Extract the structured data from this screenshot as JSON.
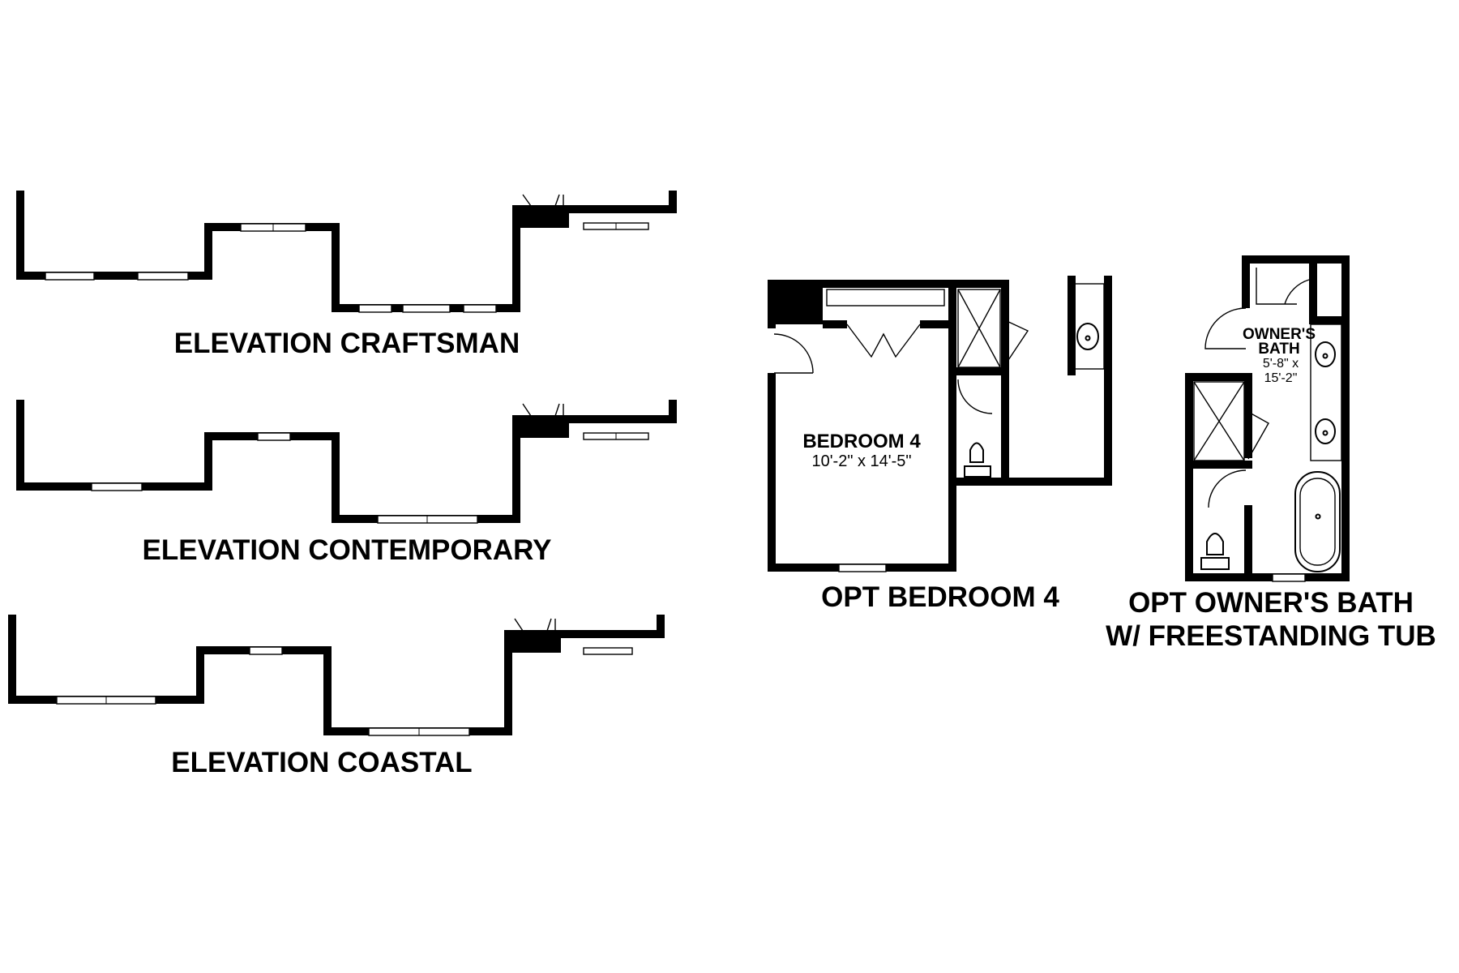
{
  "elevations": {
    "craftsman": "ELEVATION CRAFTSMAN",
    "contemporary": "ELEVATION CONTEMPORARY",
    "coastal": "ELEVATION COASTAL"
  },
  "opt_bedroom": {
    "room_name": "BEDROOM 4",
    "room_size": "10'-2\" x 14'-5\"",
    "caption": "OPT BEDROOM 4"
  },
  "opt_owners_bath": {
    "room_name_line1": "OWNER'S",
    "room_name_line2": "BATH",
    "size_line1": "5'-8\" x",
    "size_line2": "15'-2\"",
    "caption_line1": "OPT OWNER'S BATH",
    "caption_line2": "W/ FREESTANDING TUB"
  }
}
